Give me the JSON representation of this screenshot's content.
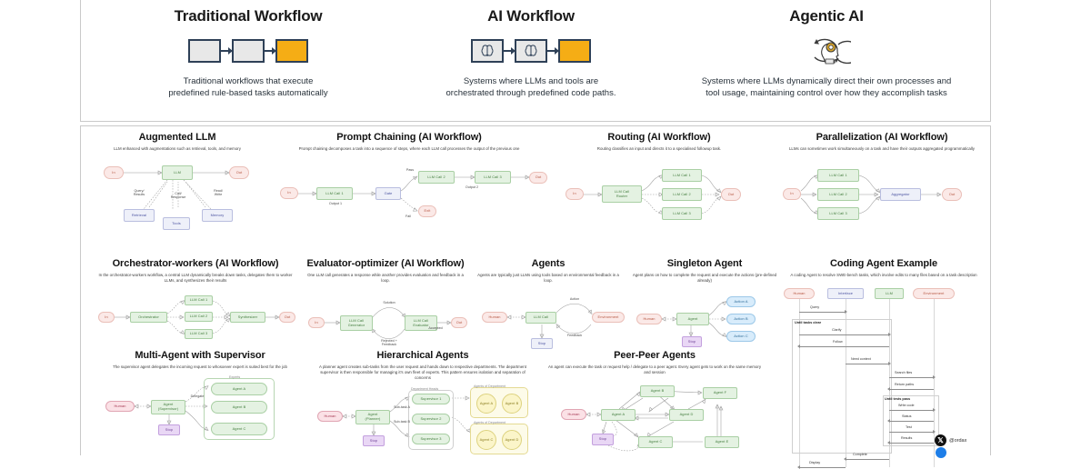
{
  "header": {
    "cards": [
      {
        "title": "Traditional Workflow",
        "icon": "three-box-flow-icon",
        "desc_line1": "Traditional workflows that execute",
        "desc_line2": "predefined rule-based tasks automatically"
      },
      {
        "title": "AI Workflow",
        "icon": "brain-box-flow-icon",
        "desc_line1": "Systems where LLMs and tools are",
        "desc_line2": "orchestrated through predefined code paths."
      },
      {
        "title": "Agentic AI",
        "icon": "agentic-head-loop-icon",
        "desc_line1": "Systems where LLMs dynamically direct their own processes and",
        "desc_line2": "tool usage, maintaining control over how they accomplish tasks"
      }
    ]
  },
  "diagrams": {
    "augmented_llm": {
      "title": "Augmented LLM",
      "subtitle": "LLM enhanced with augmentations such as retrieval, tools, and memory",
      "nodes": {
        "in": "In",
        "llm": "LLM",
        "out": "Out",
        "retrieval": "Retrieval",
        "tools": "Tools",
        "memory": "Memory"
      },
      "edges": {
        "query": "Query/\nResults",
        "call": "Call/\nResponse",
        "read": "Read/\nWrite"
      }
    },
    "prompt_chaining": {
      "title": "Prompt Chaining (AI Workflow)",
      "subtitle": "Prompt chaining decomposes a task into a sequence of steps, where each LLM call processes the output of the previous one",
      "nodes": {
        "in": "In",
        "call1": "LLM Call 1",
        "gate": "Gate",
        "call2": "LLM Call 2",
        "call3": "LLM Call 3",
        "exit": "Exit",
        "out": "Out"
      },
      "edges": {
        "output1": "Output 1",
        "pass": "Pass",
        "fail": "Fail",
        "output2": "Output 2"
      }
    },
    "routing": {
      "title": "Routing (AI Workflow)",
      "subtitle": "Routing classifies an input and directs it to a specialised followup task.",
      "nodes": {
        "in": "In",
        "router": "LLM Call\nRouter",
        "call1": "LLM Call 1",
        "call2": "LLM Call 2",
        "call3": "LLM Call 3",
        "out": "Out"
      }
    },
    "parallelization": {
      "title": "Parallelization (AI Workflow)",
      "subtitle": "LLMs can sometimes work simultaneously on a task and have their outputs aggregated programmatically",
      "nodes": {
        "in": "In",
        "call1": "LLM Call 1",
        "call2": "LLM Call 2",
        "call3": "LLM Call 3",
        "aggregator": "Aggregator",
        "out": "Out"
      }
    },
    "orchestrator_workers": {
      "title": "Orchestrator-workers (AI Workflow)",
      "subtitle": "In the orchestrator-workers workflow, a central LLM dynamically breaks down tasks, delegates them to worker LLMs, and synthesizes their results",
      "nodes": {
        "in": "In",
        "orchestrator": "Orchestrator",
        "call1": "LLM Call 1",
        "call2": "LLM Call 2",
        "call3": "LLM Call 3",
        "synthesizer": "Synthesizer",
        "out": "Out"
      }
    },
    "evaluator_optimizer": {
      "title": "Evaluator-optimizer (AI Workflow)",
      "subtitle": "One LLM call generates a response while another provides evaluation and feedback in a loop.",
      "nodes": {
        "in": "In",
        "generator": "LLM Call\nGenerator",
        "evaluator": "LLM Call\nEvaluator",
        "out": "Out"
      },
      "edges": {
        "solution": "Solution",
        "rejected": "Rejected +\nFeedback",
        "accepted": "Accepted"
      }
    },
    "agents": {
      "title": "Agents",
      "subtitle": "Agents are typically just LLMs using tools based on environmental feedback in a loop.",
      "nodes": {
        "human": "Human",
        "llm": "LLM Call",
        "environment": "Environment",
        "stop": "Stop"
      },
      "edges": {
        "action": "Action",
        "feedback": "Feedback"
      }
    },
    "singleton_agent": {
      "title": "Singleton Agent",
      "subtitle": "Agent plans on how to complete the request and execute the actions (pre-defined already)",
      "nodes": {
        "human": "Human",
        "agent": "Agent",
        "stop": "Stop",
        "action_a": "Action A",
        "action_b": "Action B",
        "action_c": "Action C"
      }
    },
    "coding_agent": {
      "title": "Coding Agent Example",
      "subtitle": "A coding Agent to resolve SWE-bench tasks, which involve edits to many files based on a task description",
      "lanes": [
        "Human",
        "Interface",
        "LLM",
        "Environment"
      ],
      "frames": [
        {
          "label": "Until tasks clear"
        },
        {
          "label": "Until tests pass"
        }
      ],
      "messages": [
        "Query",
        "Clarify",
        "Follow",
        "Need context",
        "Search files",
        "Return paths",
        "Write code",
        "Status",
        "Test",
        "Results",
        "Complete",
        "Display"
      ]
    },
    "multi_agent_supervisor": {
      "title": "Multi-Agent with Supervisor",
      "subtitle": "The supervisor agent delegates the incoming request to whosoever expert is suited best for the job",
      "nodes": {
        "human": "Human",
        "supervisor": "Agent\n(Supervisor)",
        "stop": "Stop",
        "agent_a": "Agent A",
        "agent_b": "Agent B",
        "agent_c": "Agent C"
      },
      "group_label": "Experts",
      "edges": {
        "delegate": "Delegate"
      }
    },
    "hierarchical_agents": {
      "title": "Hierarchical Agents",
      "subtitle": "A planner agent creates sub-tasks from the user request and hands down to respective departments. The department supervisor is then responsible for managing it's own fleet of experts. This pattern ensures isolation and separation of concerns",
      "nodes": {
        "human": "Human",
        "planner": "Agent\n(Planner)",
        "stop": "Stop",
        "sup1": "Supervisor 1",
        "sup2": "Supervisor 2",
        "sup3": "Supervisor 3",
        "agent_a": "Agent A",
        "agent_b": "Agent B",
        "agent_c": "Agent C",
        "agent_d": "Agent D"
      },
      "groups": {
        "heads": "Department Heads",
        "dept1": "Agents of Department",
        "dept2": "Agents of Department"
      },
      "edges": {
        "sub_a": "Sub-task A",
        "sub_b": "Sub-task B"
      }
    },
    "peer_peer_agents": {
      "title": "Peer-Peer Agents",
      "subtitle": "An agent can execute the task or request help / delegate to a peer agent. Every agent gets to work on the same memory and session",
      "nodes": {
        "human": "Human",
        "agent_a": "Agent A",
        "agent_b": "Agent B",
        "agent_c": "Agent C",
        "agent_d": "Agent D",
        "agent_e": "Agent E",
        "agent_f": "Agent F",
        "stop": "Stop"
      }
    }
  },
  "watermark": {
    "icon": "x-logo-icon",
    "handle": "@ordax"
  }
}
